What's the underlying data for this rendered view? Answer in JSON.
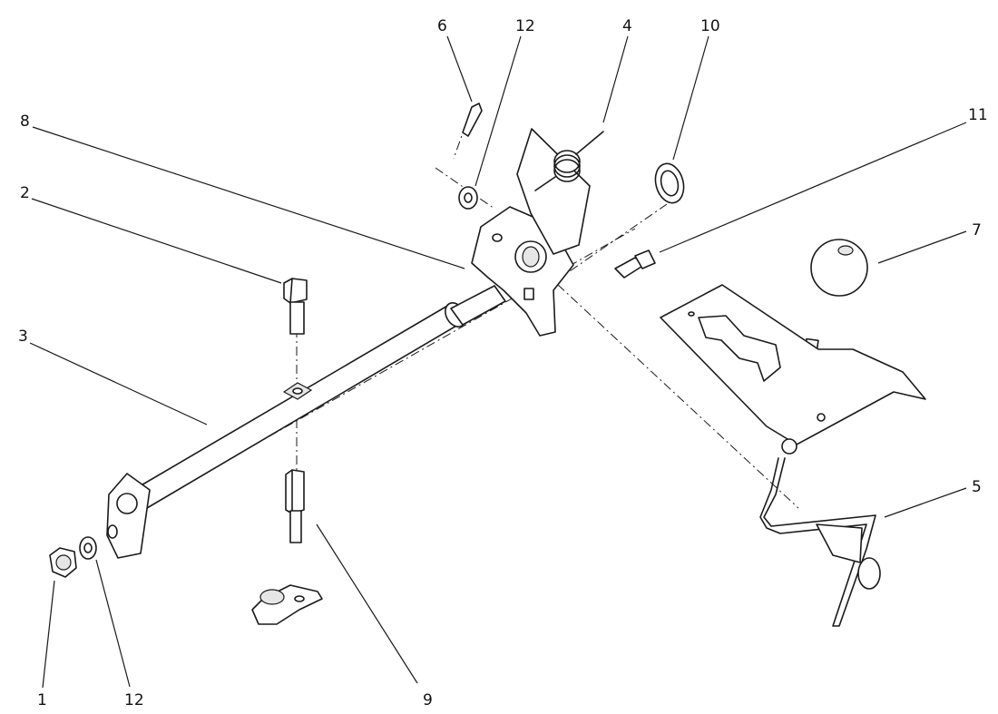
{
  "callouts": {
    "c1": "1",
    "c12_bottom": "12",
    "c9": "9",
    "c3": "3",
    "c2": "2",
    "c8": "8",
    "c6": "6",
    "c12_top": "12",
    "c4": "4",
    "c10": "10",
    "c11": "11",
    "c7": "7",
    "c5": "5"
  }
}
